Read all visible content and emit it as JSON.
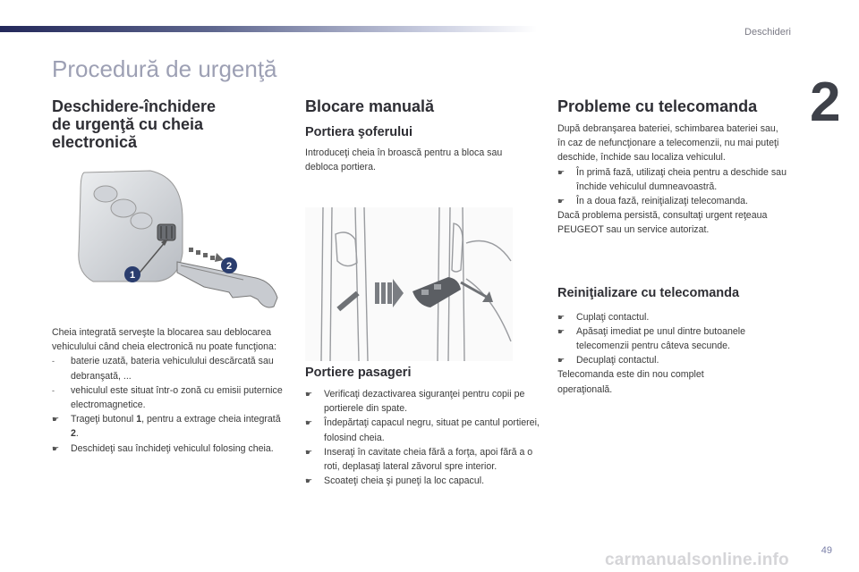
{
  "header": {
    "section_label": "Deschideri",
    "chapter": "2"
  },
  "page_title": "Procedură de urgenţă",
  "col1": {
    "heading": "Deschidere-închidere de urgenţă cu cheia electronică",
    "callouts": [
      "1",
      "2"
    ],
    "intro": "Cheia integrată serveşte la blocarea sau deblocarea vehiculului când cheia electronică nu poate funcţiona:",
    "items": [
      {
        "mark": "-",
        "text": "baterie uzată, bateria vehiculului descărcată sau debranşată, ..."
      },
      {
        "mark": "-",
        "text": "vehiculul este situat într-o zonă cu emisii puternice electromagnetice."
      },
      {
        "mark": "☛",
        "text_before": "Trageţi butonul ",
        "bold": "1",
        "text_after": ", pentru a extrage cheia integrată ",
        "bold2": "2",
        "text_end": "."
      },
      {
        "mark": "☛",
        "text": "Deschideţi sau închideţi vehiculul folosing cheia."
      }
    ]
  },
  "col2": {
    "heading": "Blocare manuală",
    "sub1": "Portiera şoferului",
    "sub1_text": "Introduceţi cheia în broască pentru a bloca sau debloca portiera.",
    "sub2": "Portiere pasageri",
    "items": [
      "Verificaţi dezactivarea siguranţei pentru copii pe portierele din spate.",
      "Îndepărtaţi capacul negru, situat pe cantul portierei, folosind cheia.",
      "Inseraţi în cavitate cheia fără a forţa, apoi fără a o roti, deplasaţi lateral zăvorul spre interior.",
      "Scoateţi cheia şi puneţi la loc capacul."
    ]
  },
  "col3": {
    "heading": "Probleme cu telecomanda",
    "intro": "După debranşarea bateriei, schimbarea bateriei sau, în caz de nefuncţionare a telecomenzii, nu mai puteţi deschide, închide sau localiza vehiculul.",
    "items": [
      "În primă fază, utilizaţi cheia pentru a deschide sau închide vehiculul dumneavoastră.",
      "În a doua fază, reiniţializaţi telecomanda."
    ],
    "outro": "Dacă problema persistă, consultaţi urgent reţeaua PEUGEOT sau un service autorizat.",
    "sub": "Reiniţializare cu telecomanda",
    "items2": [
      "Cuplaţi contactul.",
      "Apăsaţi imediat pe unul dintre butoanele telecomenzii pentru câteva secunde.",
      "Decuplaţi contactul."
    ],
    "outro2": "Telecomanda este din nou complet operaţională."
  },
  "footer": {
    "page_number": "49",
    "watermark": "carmanualsonline.info"
  },
  "colors": {
    "title": "#9da0b4",
    "heading": "#2e2e34",
    "accent": "#23285a",
    "callout": "#2a3d6e"
  },
  "icons": {
    "bullet": "pointing-hand-icon"
  }
}
